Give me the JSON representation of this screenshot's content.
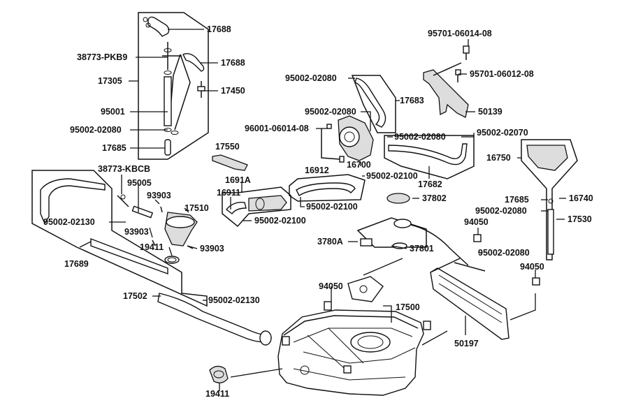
{
  "labels": {
    "p17688a": "17688",
    "p38773pkb9": "38773-PKB9",
    "p17688b": "17688",
    "p17305": "17305",
    "p17450": "17450",
    "p95001": "95001",
    "p9500202080a": "95002-02080",
    "p17685a": "17685",
    "p9570106014": "95701-06014-08",
    "p9570106012": "95701-06012-08",
    "p50139": "50139",
    "p9500202080b": "95002-02080",
    "p17683": "17683",
    "p9500202080c": "95002-02080",
    "p9600106014": "96001-06014-08",
    "p9500202080d": "95002-02080",
    "p9500202070": "95002-02070",
    "p16700": "16700",
    "p9500202100a": "95002-02100",
    "p17550": "17550",
    "p16912": "16912",
    "p16750": "16750",
    "p17682": "17682",
    "p38773kbcb": "38773-KBCB",
    "p95005": "95005",
    "p1691a": "1691A",
    "p16911": "16911",
    "p93903a": "93903",
    "p17510": "17510",
    "p9500202100b": "95002-02100",
    "p37802": "37802",
    "p17685b": "17685",
    "p16740": "16740",
    "p9500202080e": "95002-02080",
    "p17530": "17530",
    "p9500202130a": "95002-02130",
    "p9500202100c": "95002-02100",
    "p94050a": "94050",
    "p93903b": "93903",
    "p3780a": "3780A",
    "p37801": "37801",
    "p19411a": "19411",
    "p93903c": "93903",
    "p9500202080f": "95002-02080",
    "p17689": "17689",
    "p94050b": "94050",
    "p94050c": "94050",
    "p17502": "17502",
    "p9500202130b": "95002-02130",
    "p17500": "17500",
    "p50197": "50197",
    "p19411b": "19411"
  },
  "colors": {
    "line": "#111111",
    "part_fill": "#ffffff",
    "shade": "#dddddd"
  },
  "icons": {
    "diagram": "exploded-parts-diagram-fuel-system"
  }
}
